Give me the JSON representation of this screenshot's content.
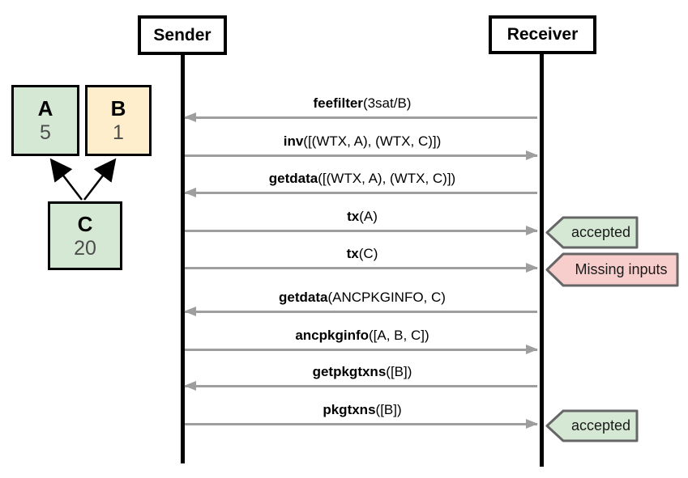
{
  "actors": {
    "sender": "Sender",
    "receiver": "Receiver"
  },
  "tx_graph": {
    "nodes": [
      {
        "id": "A",
        "label": "A",
        "fee": "5",
        "color": "#d5e8d4"
      },
      {
        "id": "B",
        "label": "B",
        "fee": "1",
        "color": "#ffeecb"
      },
      {
        "id": "C",
        "label": "C",
        "fee": "20",
        "color": "#d5e8d4"
      }
    ],
    "edges": [
      {
        "from": "C",
        "to": "A"
      },
      {
        "from": "C",
        "to": "B"
      }
    ]
  },
  "messages": [
    {
      "name": "feefilter",
      "args": "(3sat/B)",
      "from": "receiver",
      "to": "sender"
    },
    {
      "name": "inv",
      "args": "([(WTX, A), (WTX, C)])",
      "from": "sender",
      "to": "receiver"
    },
    {
      "name": "getdata",
      "args": "([(WTX, A), (WTX, C)])",
      "from": "receiver",
      "to": "sender"
    },
    {
      "name": "tx",
      "args": "(A)",
      "from": "sender",
      "to": "receiver",
      "result": {
        "text": "accepted",
        "status": "success"
      }
    },
    {
      "name": "tx",
      "args": "(C)",
      "from": "sender",
      "to": "receiver",
      "result": {
        "text": "Missing inputs",
        "status": "error"
      }
    },
    {
      "name": "getdata",
      "args": "(ANCPKGINFO, C)",
      "from": "receiver",
      "to": "sender"
    },
    {
      "name": "ancpkginfo",
      "args": "([A, B, C])",
      "from": "sender",
      "to": "receiver"
    },
    {
      "name": "getpkgtxns",
      "args": "([B])",
      "from": "receiver",
      "to": "sender"
    },
    {
      "name": "pkgtxns",
      "args": "([B])",
      "from": "sender",
      "to": "receiver",
      "result": {
        "text": "accepted",
        "status": "success"
      }
    }
  ],
  "colors": {
    "node_green": "#d5e8d4",
    "node_yellow": "#ffeecb",
    "badge_success": "#d5e8d4",
    "badge_error": "#f8cecc",
    "badge_border": "#666666",
    "arrow_gray": "#9e9e9e",
    "line_black": "#000000"
  }
}
